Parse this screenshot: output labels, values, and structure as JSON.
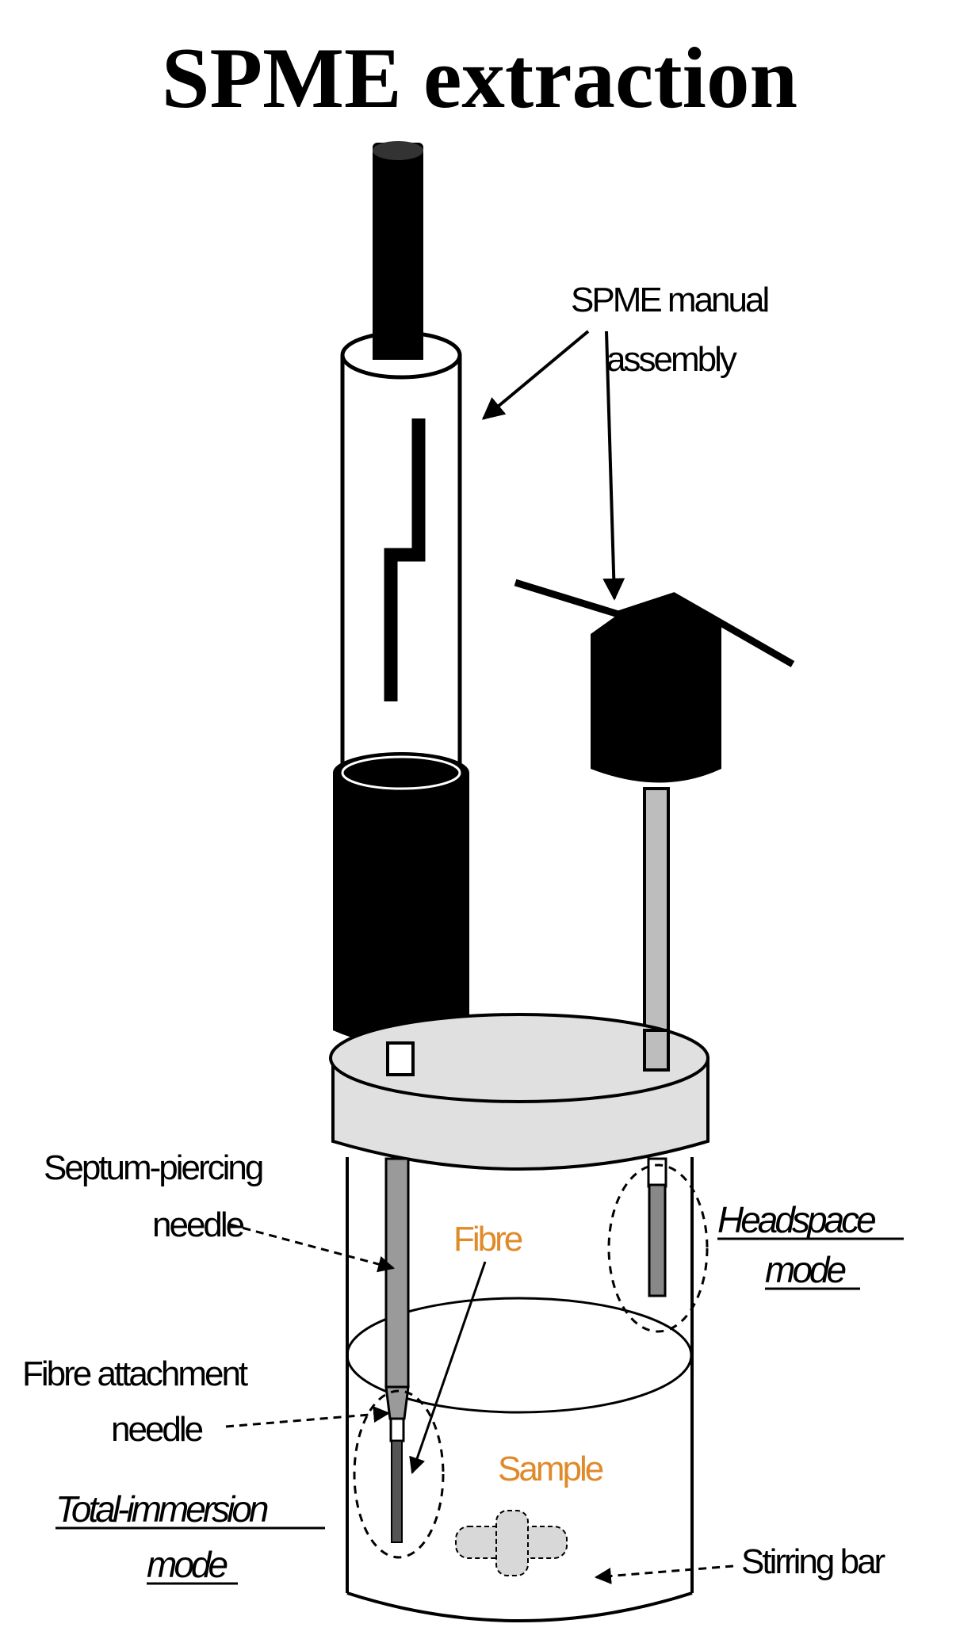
{
  "title": "SPME extraction",
  "labels": {
    "assembly_line1": "SPME manual",
    "assembly_line2": "assembly",
    "septum_line1": "Septum-piercing",
    "septum_line2": "needle",
    "fibre": "Fibre",
    "headspace_line1": "Headspace",
    "headspace_line2": "mode",
    "attachment_line1": "Fibre attachment",
    "attachment_line2": "needle",
    "sample": "Sample",
    "immersion_line1": "Total-immersion",
    "immersion_line2": "mode",
    "stirring_bar": "Stirring bar"
  },
  "colors": {
    "ink": "#000000",
    "cap": "#e0e0e0",
    "needle": "#9a9a9a",
    "fibre_label": "#e08a2a"
  }
}
